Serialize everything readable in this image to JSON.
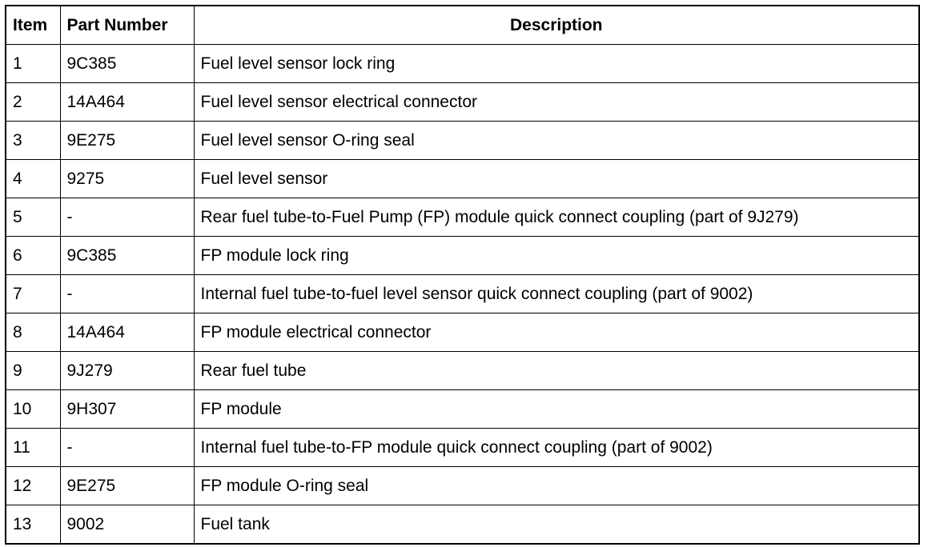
{
  "table": {
    "headers": [
      "Item",
      "Part Number",
      "Description"
    ],
    "rows": [
      [
        "1",
        "9C385",
        "Fuel level sensor lock ring"
      ],
      [
        "2",
        "14A464",
        "Fuel level sensor electrical connector"
      ],
      [
        "3",
        "9E275",
        "Fuel level sensor O-ring seal"
      ],
      [
        "4",
        "9275",
        "Fuel level sensor"
      ],
      [
        "5",
        "-",
        "Rear fuel tube-to-Fuel Pump (FP) module quick connect coupling (part of 9J279)"
      ],
      [
        "6",
        "9C385",
        "FP module lock ring"
      ],
      [
        "7",
        "-",
        "Internal fuel tube-to-fuel level sensor quick connect coupling (part of 9002)"
      ],
      [
        "8",
        "14A464",
        "FP module electrical connector"
      ],
      [
        "9",
        "9J279",
        "Rear fuel tube"
      ],
      [
        "10",
        "9H307",
        "FP module"
      ],
      [
        "11",
        "-",
        "Internal fuel tube-to-FP module quick connect coupling (part of 9002)"
      ],
      [
        "12",
        "9E275",
        "FP module O-ring seal"
      ],
      [
        "13",
        "9002",
        "Fuel tank"
      ]
    ]
  }
}
